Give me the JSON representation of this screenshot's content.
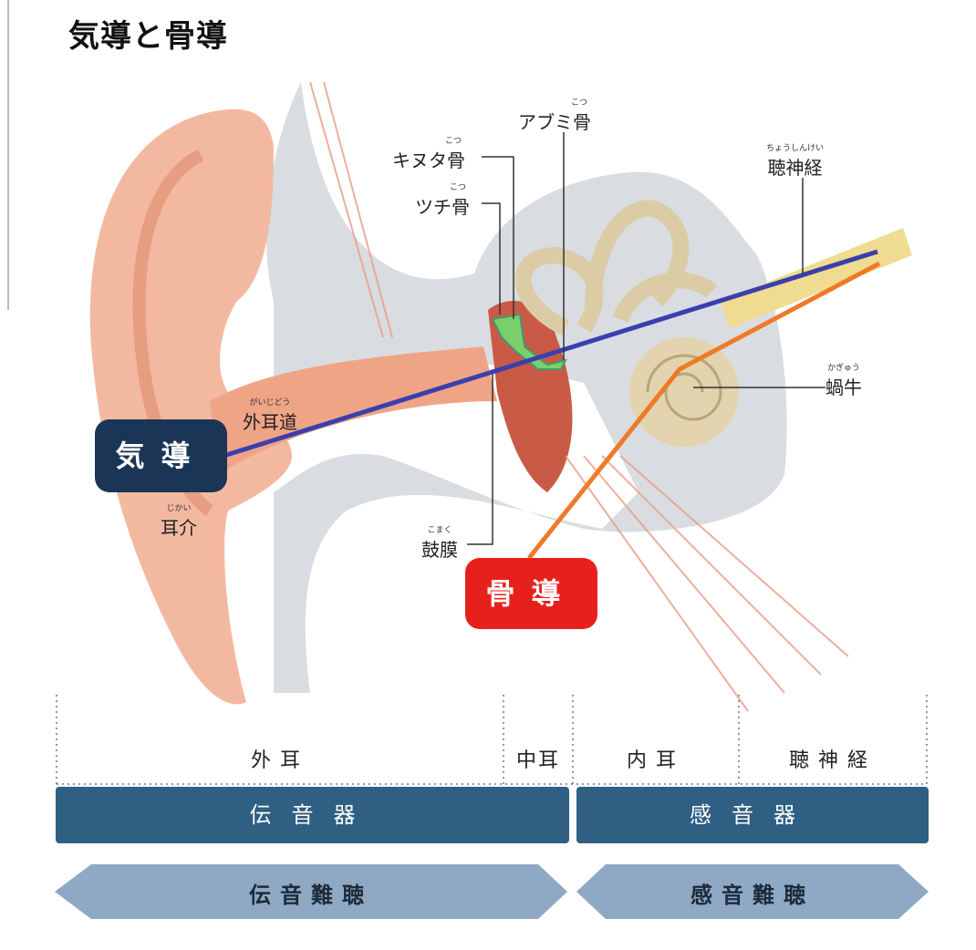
{
  "title": "気導と骨導",
  "labels": {
    "abumi": {
      "text": "アブミ骨",
      "ruby": "こつ"
    },
    "kinuta": {
      "text": "キヌタ骨",
      "ruby": "こつ"
    },
    "tsuchi": {
      "text": "ツチ骨",
      "ruby": "こつ"
    },
    "choshinkei": {
      "text": "聴神経",
      "ruby": "ちょうしんけい"
    },
    "kagyu": {
      "text": "蝸牛",
      "ruby": "かぎゅう"
    },
    "gaijido": {
      "text": "外耳道",
      "ruby": "がいじどう"
    },
    "jikai": {
      "text": "耳介",
      "ruby": "じかい"
    },
    "komaku": {
      "text": "鼓膜",
      "ruby": "こまく"
    }
  },
  "badges": {
    "air": "気導",
    "bone": "骨導"
  },
  "regions": [
    "外耳",
    "中耳",
    "内耳",
    "聴神経"
  ],
  "bars": [
    "伝音器",
    "感音器"
  ],
  "arrows": [
    "伝音難聴",
    "感音難聴"
  ],
  "colors": {
    "air_line": "#3a3fae",
    "bone_line": "#ee7a2a",
    "air_badge": "#1b3557",
    "bone_badge": "#e8201c",
    "bar": "#2f5f82",
    "arrow": "#8fa9c4"
  }
}
